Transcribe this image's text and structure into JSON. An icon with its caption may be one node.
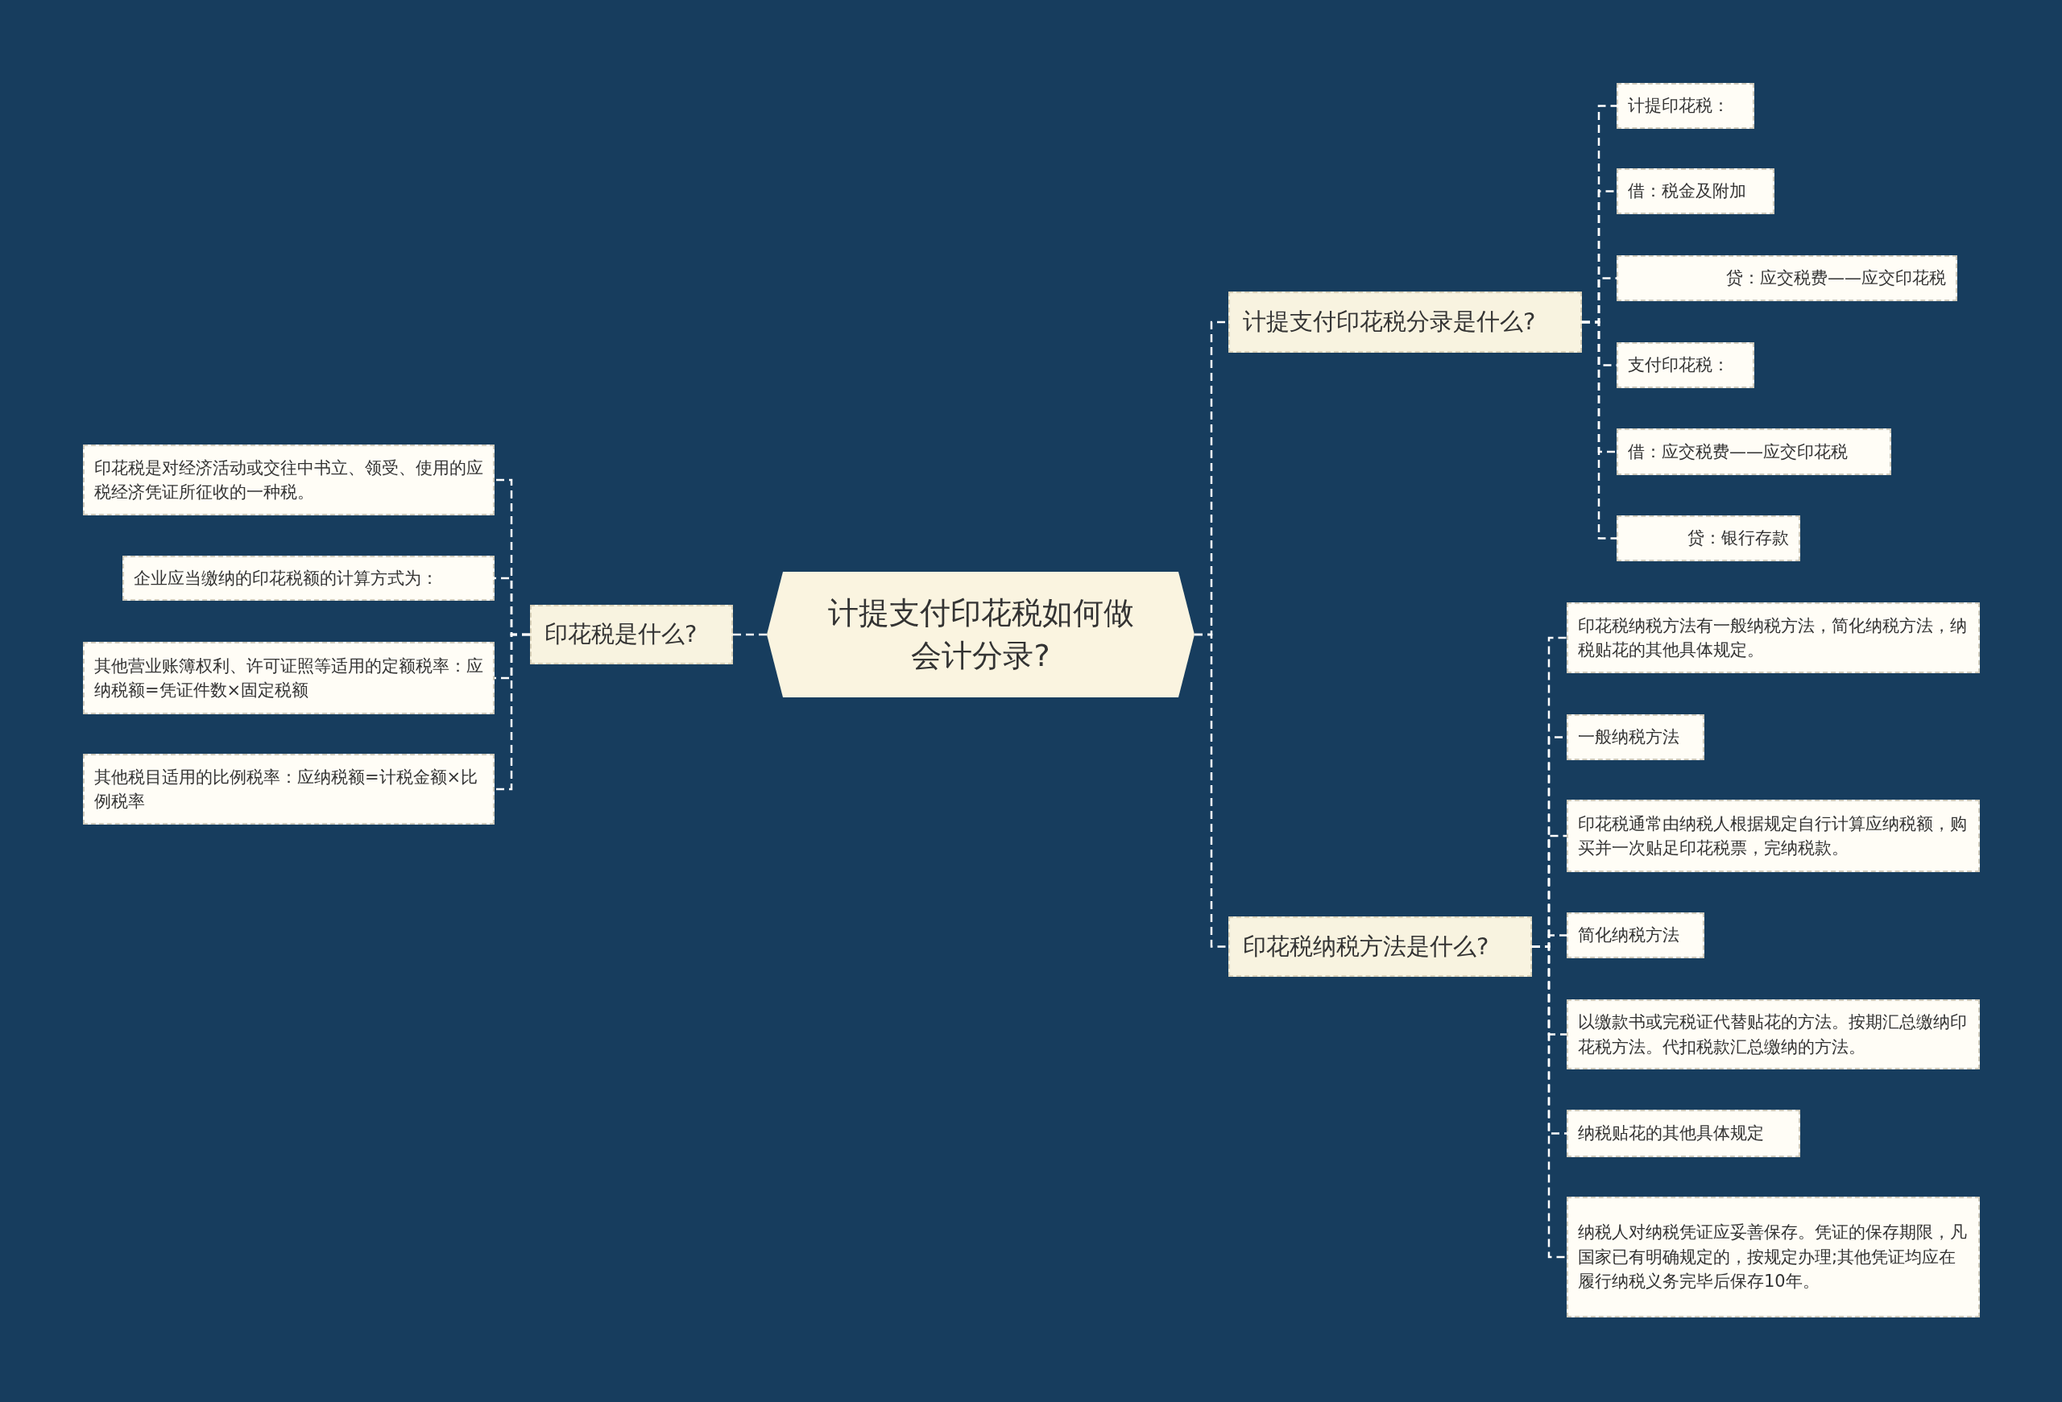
{
  "diagram": {
    "nodes": [
      {
        "text": [
          "计提支付印花税如何做会计分录?"
        ]
      },
      {
        "text": [
          "印花税是什么?"
        ]
      },
      {
        "text": [
          "印花税是对经济活动或交往中书立、领受、使用的应税经济凭证所征收的一种税。"
        ]
      },
      {
        "text": [
          "企业应当缴纳的印花税额的计算方式为："
        ]
      },
      {
        "text": [
          "其他营业账簿权利、许可证照等适用的定额税率：应纳税额=凭证件数×固定税额"
        ]
      },
      {
        "text": [
          "其他税目适用的比例税率：应纳税额=计税金额×比例税率"
        ]
      },
      {
        "text": [
          "计提支付印花税分录是什么?"
        ]
      },
      {
        "text": [
          "计提印花税："
        ]
      },
      {
        "text": [
          "借：税金及附加"
        ]
      },
      {
        "text": [
          "贷：应交税费——应交印花税"
        ]
      },
      {
        "text": [
          "支付印花税："
        ]
      },
      {
        "text": [
          "借：应交税费——应交印花税"
        ]
      },
      {
        "text": [
          "贷：银行存款"
        ]
      },
      {
        "text": [
          "印花税纳税方法是什么?"
        ]
      },
      {
        "text": [
          "印花税纳税方法有一般纳税方法，简化纳税方法，纳税贴花的其他具体规定。"
        ]
      },
      {
        "text": [
          "一般纳税方法"
        ]
      },
      {
        "text": [
          "印花税通常由纳税人根据规定自行计算应纳税额，购买并一次贴足印花税票，完纳税款。"
        ]
      },
      {
        "text": [
          "简化纳税方法"
        ]
      },
      {
        "text": [
          "以缴款书或完税证代替贴花的方法。按期汇总缴纳印花税方法。代扣税款汇总缴纳的方法。"
        ]
      },
      {
        "text": [
          "纳税贴花的其他具体规定"
        ]
      },
      {
        "text": [
          "纳税人对纳税凭证应妥善保存。凭证的保存期限，凡国家已有明确规定的，按规定办理;其他凭证均应在履行纳税义务完毕后保存10年。"
        ]
      }
    ],
    "edges": [
      {
        "from": 0,
        "to": 1,
        "arrow": "none"
      },
      {
        "from": 1,
        "to": 2,
        "arrow": "none"
      },
      {
        "from": 1,
        "to": 3,
        "arrow": "none"
      },
      {
        "from": 1,
        "to": 4,
        "arrow": "none"
      },
      {
        "from": 1,
        "to": 5,
        "arrow": "none"
      },
      {
        "from": 0,
        "to": 6,
        "arrow": "none"
      },
      {
        "from": 6,
        "to": 7,
        "arrow": "none"
      },
      {
        "from": 6,
        "to": 8,
        "arrow": "none"
      },
      {
        "from": 6,
        "to": 9,
        "arrow": "none"
      },
      {
        "from": 6,
        "to": 10,
        "arrow": "none"
      },
      {
        "from": 6,
        "to": 11,
        "arrow": "none"
      },
      {
        "from": 6,
        "to": 12,
        "arrow": "none"
      },
      {
        "from": 0,
        "to": 13,
        "arrow": "none"
      },
      {
        "from": 13,
        "to": 14,
        "arrow": "none"
      },
      {
        "from": 13,
        "to": 15,
        "arrow": "none"
      },
      {
        "from": 13,
        "to": 16,
        "arrow": "none"
      },
      {
        "from": 13,
        "to": 17,
        "arrow": "none"
      },
      {
        "from": 13,
        "to": 18,
        "arrow": "none"
      },
      {
        "from": 13,
        "to": 19,
        "arrow": "none"
      },
      {
        "from": 13,
        "to": 20,
        "arrow": "none"
      }
    ]
  }
}
